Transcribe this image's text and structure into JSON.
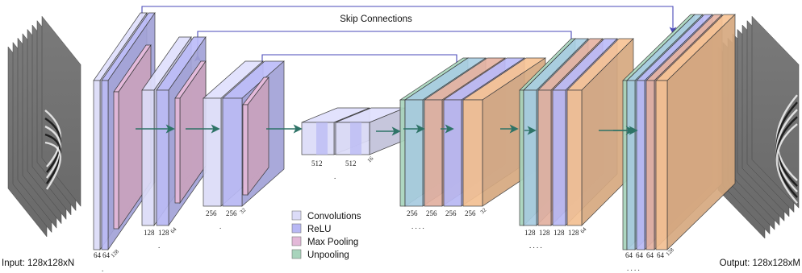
{
  "title": "Skip Connections",
  "input_label": "Input: 128x128xN",
  "output_label": "Output: 128x128xM",
  "legend": [
    {
      "label": "Convolutions",
      "color": "#dcdcf8"
    },
    {
      "label": "ReLU",
      "color": "#b8b8f4"
    },
    {
      "label": "Max Pooling",
      "color": "#e3b8d8"
    },
    {
      "label": "Unpooling",
      "color": "#a8d4bc"
    }
  ],
  "colors": {
    "convolution": "#dcdcf8",
    "relu": "#b8b8f4",
    "max_pooling": "#e3b8d8",
    "unpooling": "#a8d4bc",
    "decoder_conv": "#e2b0a0",
    "decoder_orange": "#f3c092",
    "decoder_blue": "#a8cce0",
    "arrow": "#2e7367",
    "skip_arrow": "#4a4ab8"
  },
  "encoder": {
    "block1": {
      "channels": [
        "64",
        "64"
      ],
      "size": "128"
    },
    "block2": {
      "channels": [
        "128",
        "128"
      ],
      "size": "64"
    },
    "block3": {
      "channels": [
        "256",
        "256"
      ],
      "size": "32"
    },
    "bottleneck": {
      "channels": [
        "512",
        "512"
      ],
      "size": "16"
    }
  },
  "decoder": {
    "block3": {
      "channels": [
        "256",
        "256",
        "256",
        "256"
      ],
      "size": "32"
    },
    "block2": {
      "channels": [
        "128",
        "128",
        "128",
        "128"
      ],
      "size": "64"
    },
    "block1": {
      "channels": [
        "64",
        "64",
        "64",
        "64"
      ],
      "size": "128"
    }
  },
  "dots": ".",
  "dots_row": ". . . ."
}
